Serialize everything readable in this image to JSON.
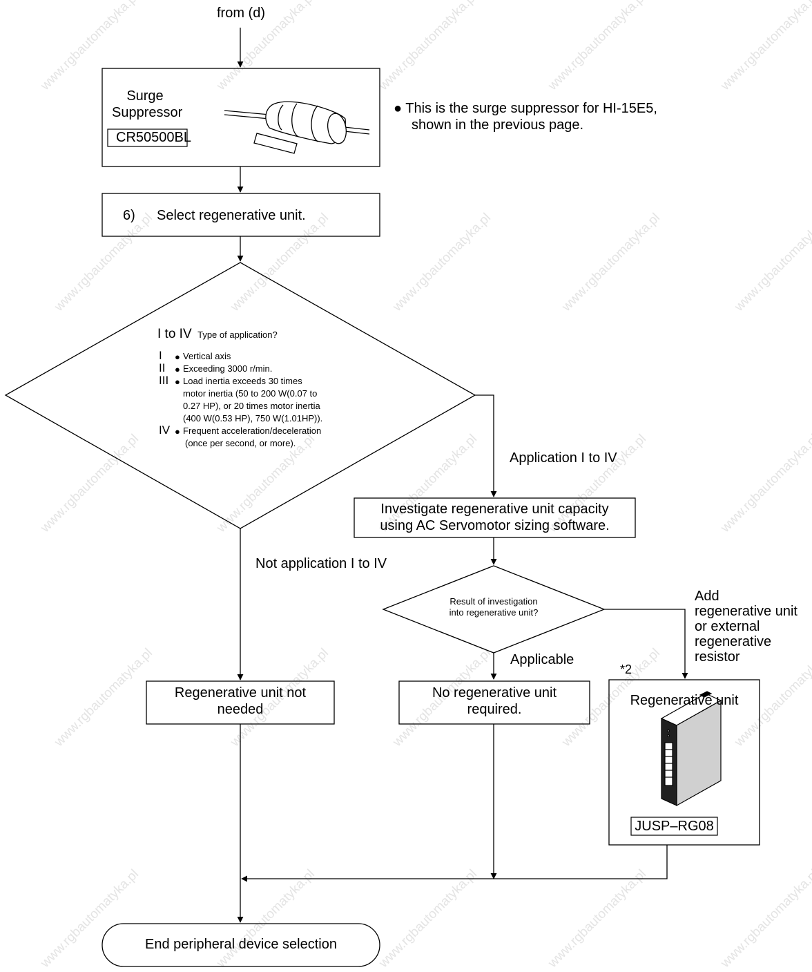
{
  "watermark": "www.rgbautomatyka.pl",
  "from_label": "from (d)",
  "surge": {
    "title_line1": "Surge",
    "title_line2": "Suppressor",
    "part_no": "CR50500BL",
    "note": "● This is the surge suppressor for HI-15E5,",
    "note_line2": "shown in the previous page."
  },
  "step6": {
    "number": "6)",
    "text": "Select regenerative unit."
  },
  "decision1": {
    "heading_roman": "I to IV",
    "heading_text": "Type of application?",
    "items": [
      {
        "roman": "I",
        "lines": [
          "Vertical axis"
        ]
      },
      {
        "roman": "II",
        "lines": [
          "Exceeding 3000 r/min."
        ]
      },
      {
        "roman": "III",
        "lines": [
          "Load inertia exceeds 30 times",
          "motor inertia (50 to 200 W(0.07 to",
          "0.27 HP), or 20 times motor inertia",
          "(400 W(0.53 HP), 750 W(1.01HP))."
        ]
      },
      {
        "roman": "IV",
        "lines": [
          "Frequent acceleration/deceleration",
          "(once per second, or more)."
        ]
      }
    ],
    "bullet": "●",
    "yes_label": "Application I to IV",
    "no_label": "Not application I to IV"
  },
  "investigate": {
    "line1": "Investigate regenerative unit capacity",
    "line2": "using AC Servomotor sizing software."
  },
  "decision2": {
    "line1": "Result of investigation",
    "line2": "into regenerative unit?",
    "applicable_label": "Applicable",
    "add_label": [
      "Add",
      "regenerative unit",
      "or external",
      "regenerative",
      "resistor"
    ]
  },
  "not_needed": {
    "line1": "Regenerative unit not",
    "line2": "needed"
  },
  "no_unit": {
    "line1": "No regenerative unit",
    "line2": "required."
  },
  "regen_unit": {
    "footnote": "*2",
    "title": "Regenerative unit",
    "part_no": "JUSP–RG08"
  },
  "end": {
    "text": "End peripheral device selection"
  }
}
